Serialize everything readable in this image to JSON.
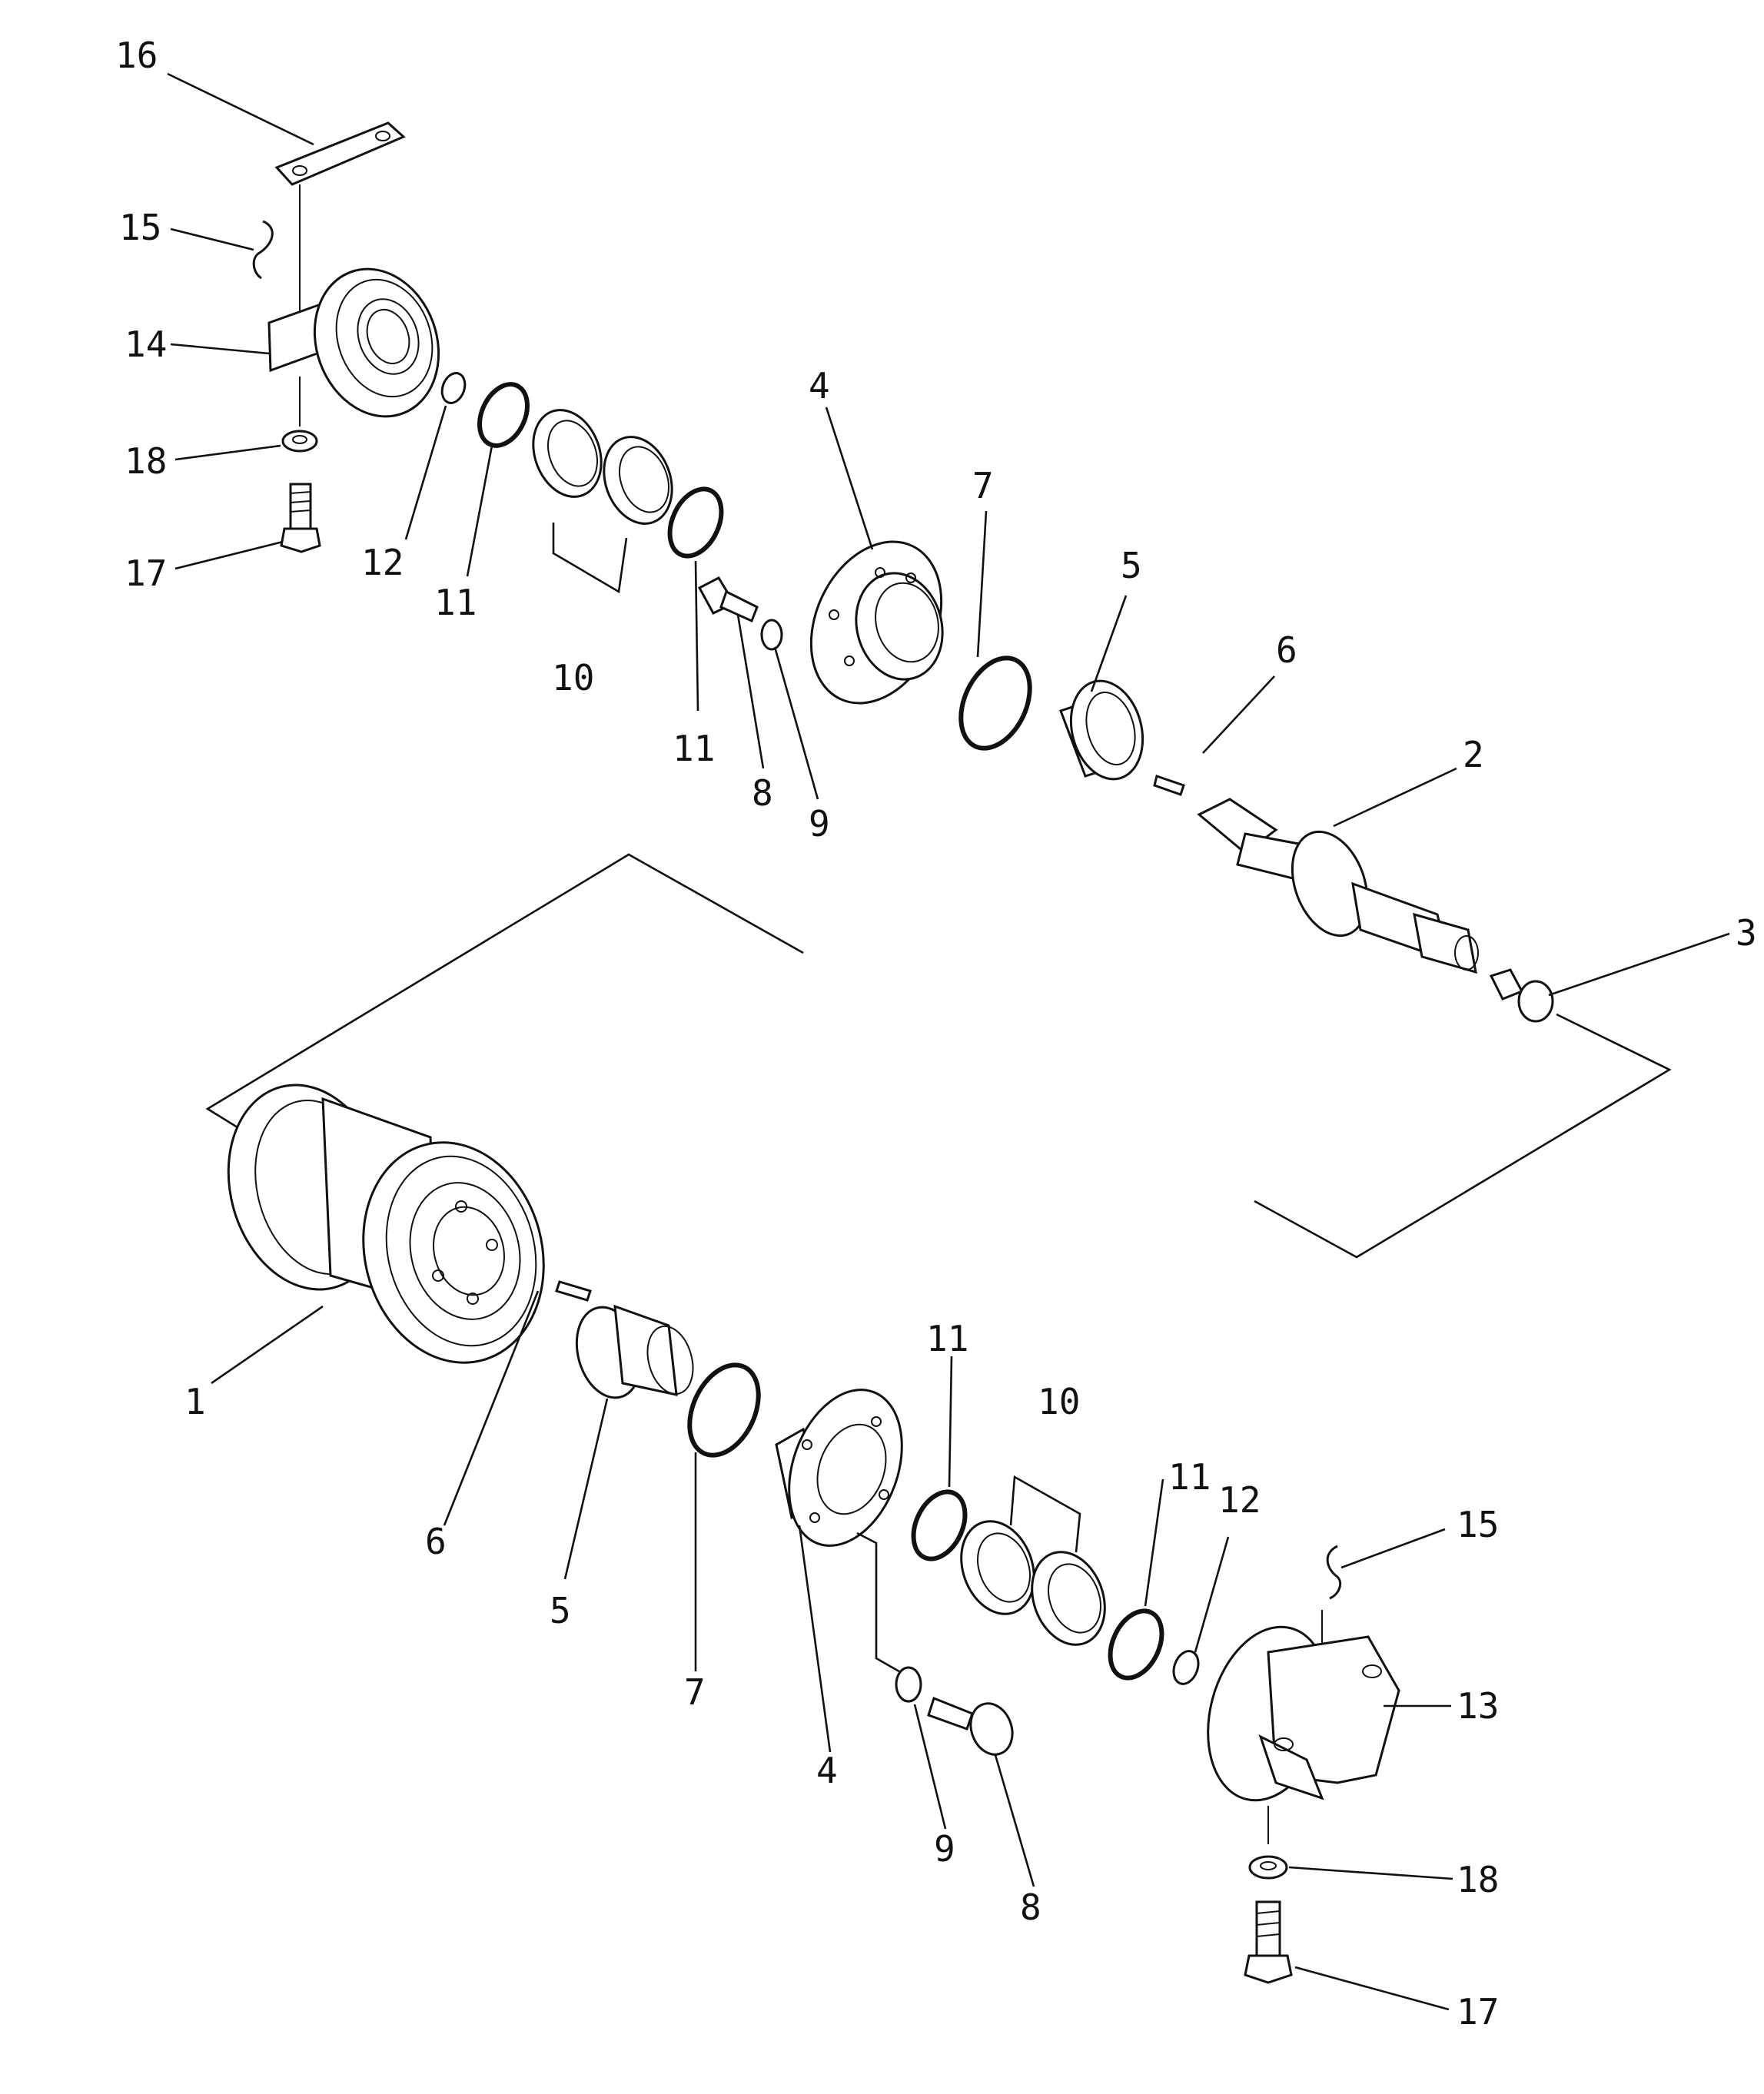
{
  "diagram": {
    "callouts": [
      {
        "id": "c16-top",
        "text": "16"
      },
      {
        "id": "c15-top",
        "text": "15"
      },
      {
        "id": "c14",
        "text": "14"
      },
      {
        "id": "c18-top",
        "text": "18"
      },
      {
        "id": "c17-top",
        "text": "17"
      },
      {
        "id": "c12-top",
        "text": "12"
      },
      {
        "id": "c11-top-a",
        "text": "11"
      },
      {
        "id": "c10-top",
        "text": "10"
      },
      {
        "id": "c11-top-b",
        "text": "11"
      },
      {
        "id": "c8-top",
        "text": "8"
      },
      {
        "id": "c9-top",
        "text": "9"
      },
      {
        "id": "c4-top",
        "text": "4"
      },
      {
        "id": "c7-top",
        "text": "7"
      },
      {
        "id": "c5-top",
        "text": "5"
      },
      {
        "id": "c6-top",
        "text": "6"
      },
      {
        "id": "c2",
        "text": "2"
      },
      {
        "id": "c3",
        "text": "3"
      },
      {
        "id": "c1",
        "text": "1"
      },
      {
        "id": "c6-bot",
        "text": "6"
      },
      {
        "id": "c5-bot",
        "text": "5"
      },
      {
        "id": "c7-bot",
        "text": "7"
      },
      {
        "id": "c4-bot",
        "text": "4"
      },
      {
        "id": "c11-bot-a",
        "text": "11"
      },
      {
        "id": "c10-bot",
        "text": "10"
      },
      {
        "id": "c11-bot-b",
        "text": "11"
      },
      {
        "id": "c12-bot",
        "text": "12"
      },
      {
        "id": "c15-bot",
        "text": "15"
      },
      {
        "id": "c13",
        "text": "13"
      },
      {
        "id": "c9-bot",
        "text": "9"
      },
      {
        "id": "c8-bot",
        "text": "8"
      },
      {
        "id": "c18-bot",
        "text": "18"
      },
      {
        "id": "c17-bot",
        "text": "17"
      }
    ]
  }
}
